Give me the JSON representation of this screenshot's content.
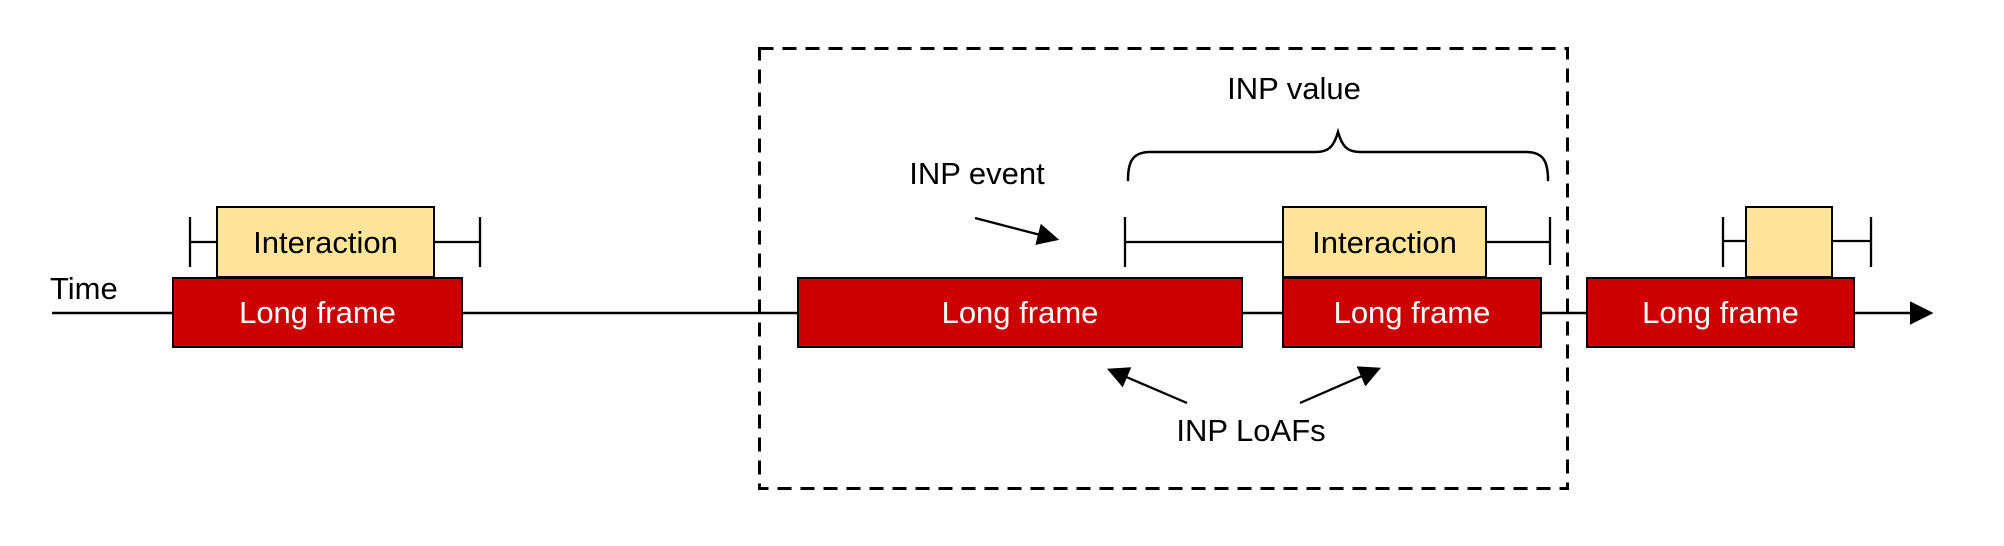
{
  "colors": {
    "canvas-bg": "#ffffff",
    "line": "#000000",
    "long-frame-fill": "#cc0000",
    "long-frame-text": "#ffffff",
    "interaction-fill": "#ffe599"
  },
  "diagram": {
    "time_label": "Time",
    "long_frames": [
      {
        "label": "Long frame"
      },
      {
        "label": "Long frame"
      },
      {
        "label": "Long frame"
      },
      {
        "label": "Long frame"
      }
    ],
    "interactions": [
      {
        "label": "Interaction"
      },
      {
        "label": "Interaction"
      },
      {
        "label": ""
      }
    ],
    "annotations": {
      "inp_event": "INP event",
      "inp_value": "INP value",
      "inp_loafs": "INP LoAFs"
    }
  }
}
